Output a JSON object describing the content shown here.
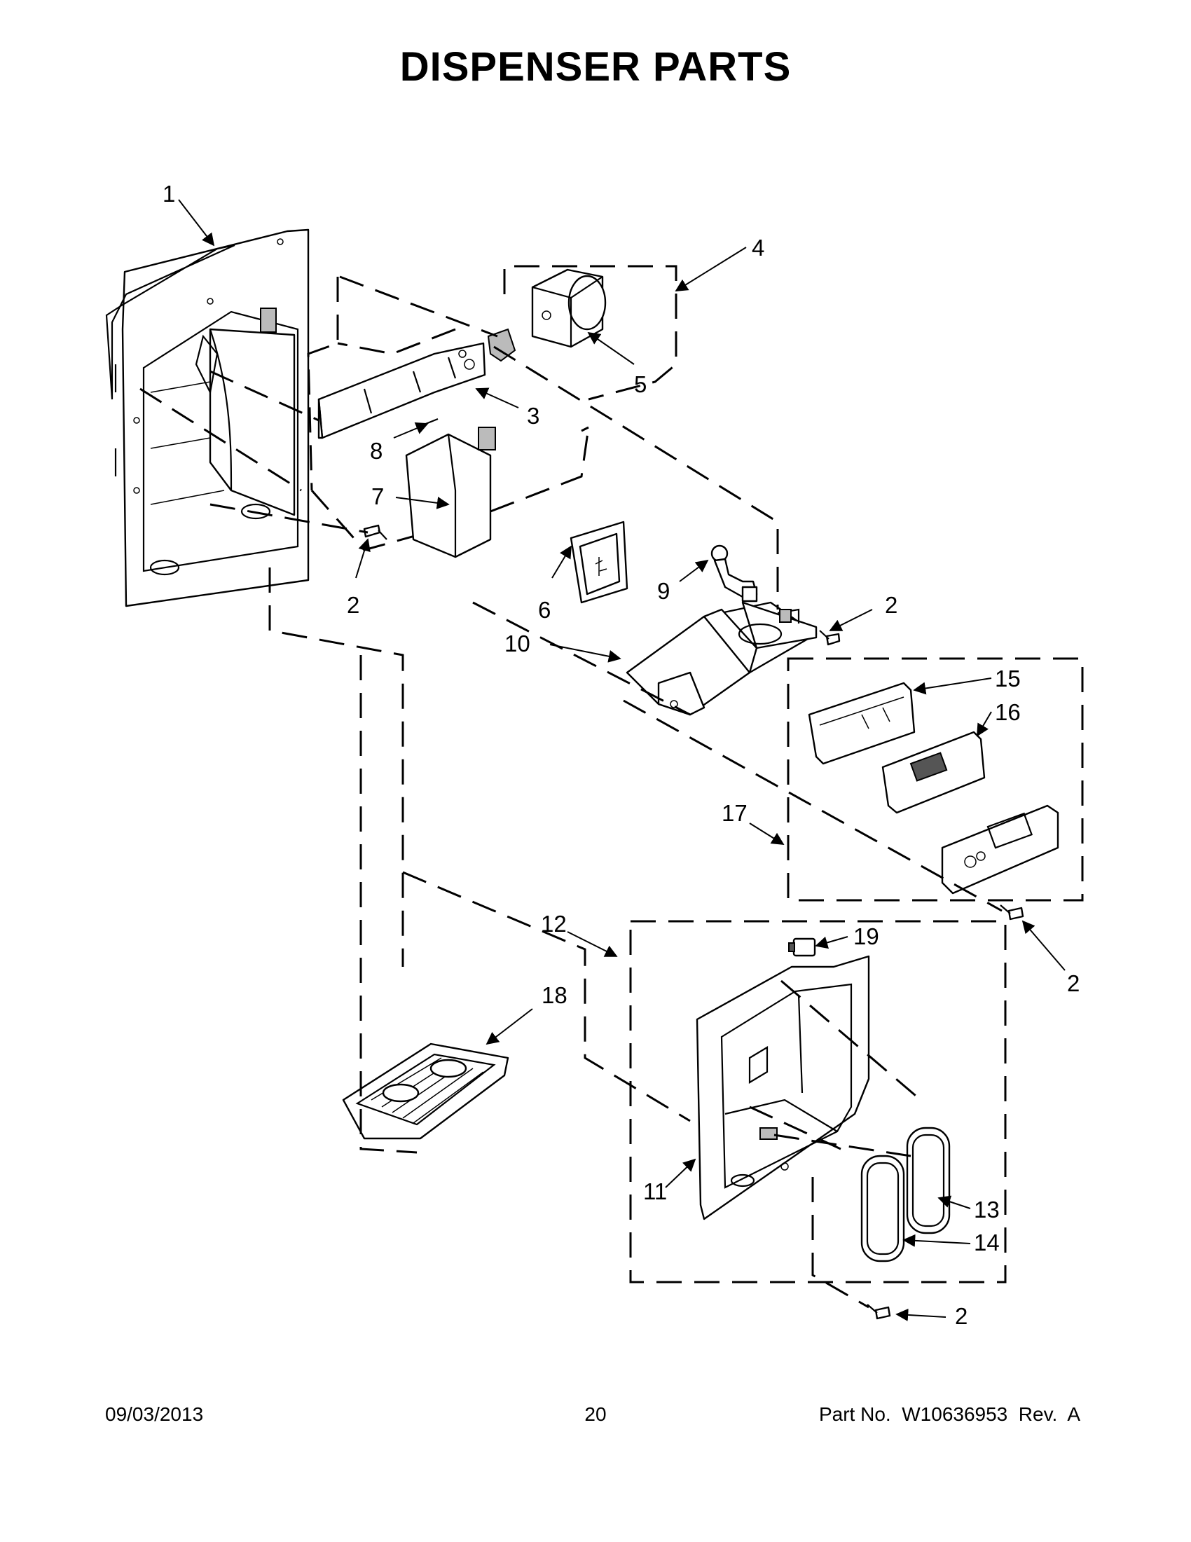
{
  "title": "DISPENSER PARTS",
  "callouts": {
    "c1": "1",
    "c2a": "2",
    "c2b": "2",
    "c2c": "2",
    "c2d": "2",
    "c3": "3",
    "c4": "4",
    "c5": "5",
    "c6": "6",
    "c7": "7",
    "c8": "8",
    "c9": "9",
    "c10": "10",
    "c11": "11",
    "c12": "12",
    "c13": "13",
    "c14": "14",
    "c15": "15",
    "c16": "16",
    "c17": "17",
    "c18": "18",
    "c19": "19"
  },
  "footer": {
    "date": "09/03/2013",
    "page": "20",
    "part_no": "Part No.  W10636953  Rev.  A"
  }
}
